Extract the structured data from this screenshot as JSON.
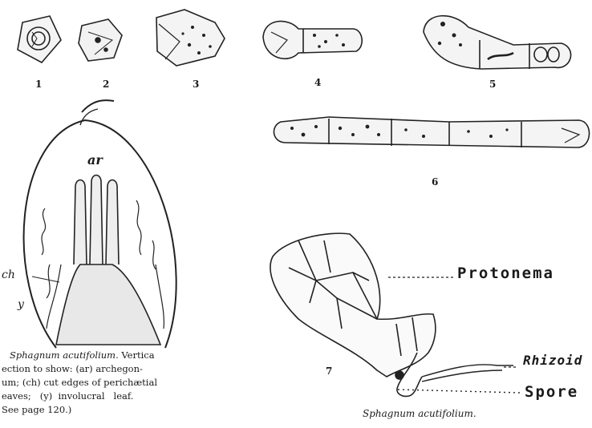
{
  "figure_numbers": [
    "1",
    "2",
    "3",
    "4",
    "5",
    "6",
    "7"
  ],
  "left_figure": {
    "label_ar": "ar",
    "label_ch": "ch",
    "label_y": "y",
    "caption_name": "Sphagnum acutifolium.",
    "caption_lines": [
      "Vertica",
      "ection to show: (ar) archegon-",
      "um; (ch) cut edges of perichætial",
      "eaves;   (y)  involucral   leaf.",
      "See page 120.)"
    ]
  },
  "right_figure": {
    "label_protonema": "Protonema",
    "label_rhizoid": "Rhizoid",
    "label_spore": "Spore",
    "caption": "Sphagnum acutifolium."
  }
}
